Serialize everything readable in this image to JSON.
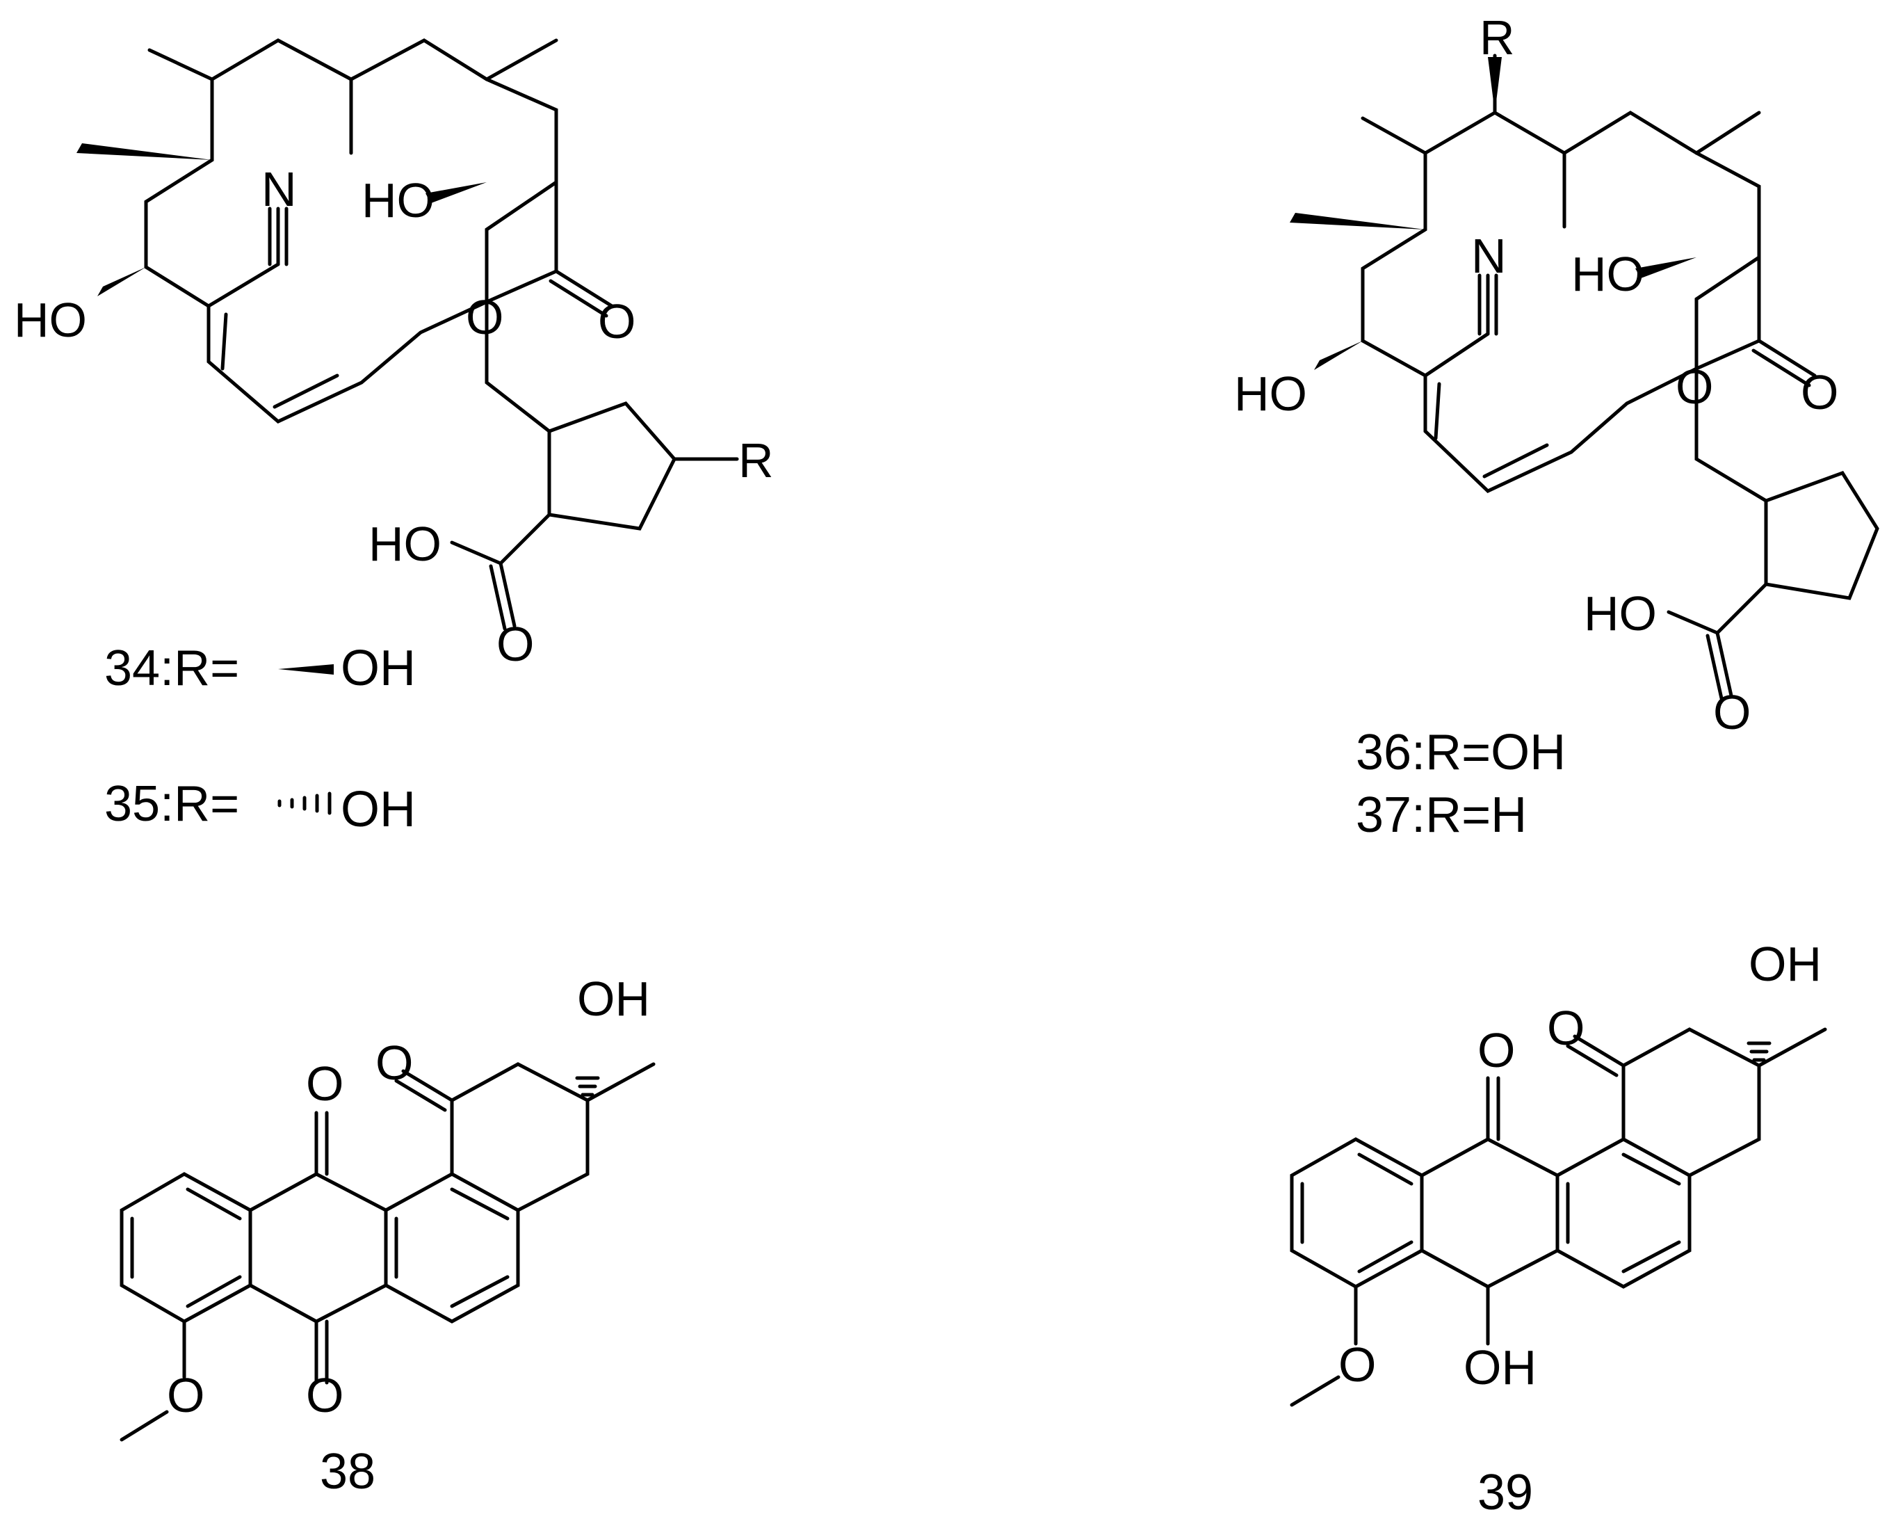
{
  "compounds": [
    {
      "id": "34-35",
      "labels": [
        "34:R=",
        "35:R="
      ],
      "label_hash_oh": "OH",
      "label_wedge_oh": "OH",
      "atoms": {
        "n": "N",
        "ho_a": "HO",
        "ho_b": "HO",
        "o_ring": "O",
        "o_carbonyl": "O",
        "r": "R",
        "ho_acid": "HO",
        "o_acid": "O"
      }
    },
    {
      "id": "36-37",
      "labels": [
        "36:R=OH",
        "37:R=H"
      ],
      "atoms": {
        "r": "R",
        "n": "N",
        "ho_a": "HO",
        "ho_b": "HO",
        "o_ring": "O",
        "o_carbonyl": "O",
        "ho_acid": "HO",
        "o_acid": "O"
      }
    },
    {
      "id": "38",
      "label": "38",
      "atoms": {
        "oh": "OH",
        "o_ketone": "O",
        "o_top": "O",
        "o_bottom": "O",
        "o_methoxy": "O"
      }
    },
    {
      "id": "39",
      "label": "39",
      "atoms": {
        "oh": "OH",
        "o_ketone": "O",
        "o_top": "O",
        "oh_bottom": "OH",
        "o_methoxy": "O"
      }
    }
  ]
}
